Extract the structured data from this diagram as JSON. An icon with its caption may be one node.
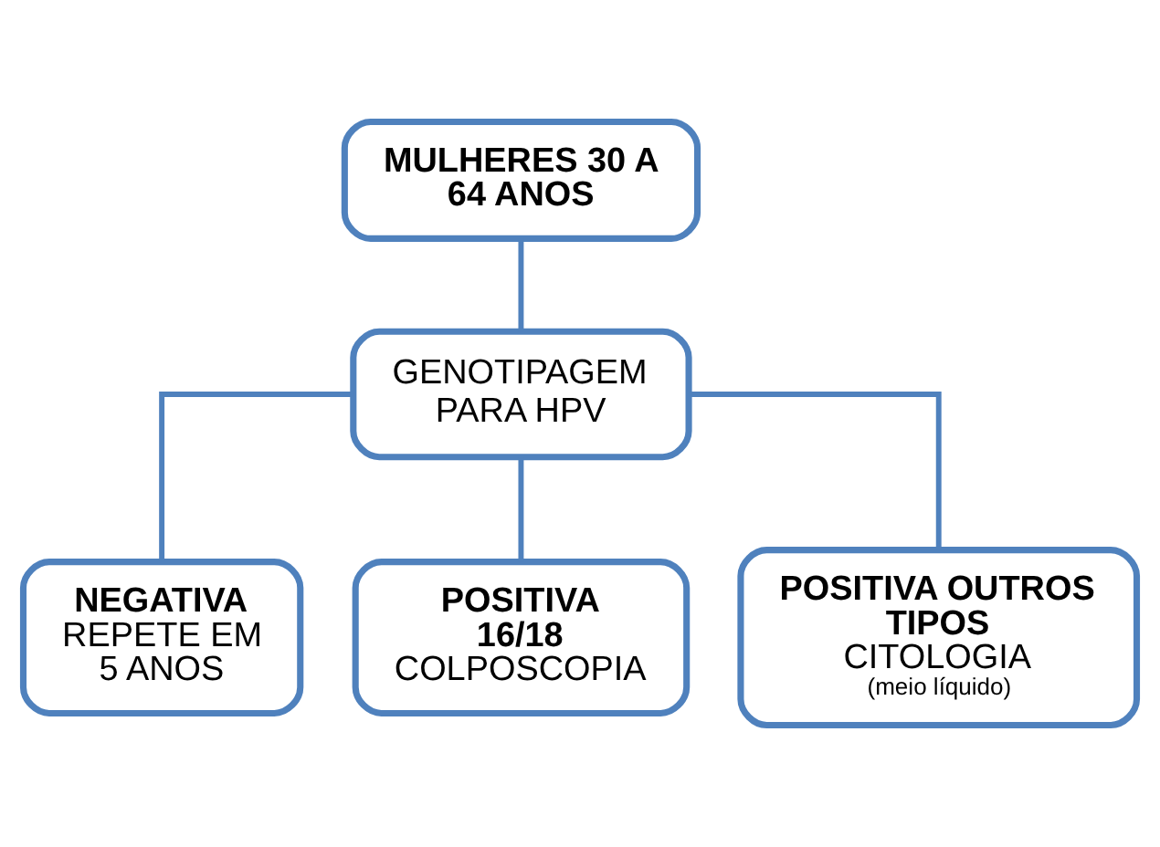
{
  "diagram": {
    "nodes": [
      {
        "text": [
          "MULHERES 30 A 64 ANOS"
        ]
      },
      {
        "text": [
          "GENOTIPAGEM PARA HPV"
        ]
      },
      {
        "text": [
          "NEGATIVA",
          "REPETE EM 5 ANOS"
        ]
      },
      {
        "text": [
          "POSITIVA 16/18",
          "COLPOSCOPIA"
        ]
      },
      {
        "text": [
          "POSITIVA OUTROS TIPOS",
          "CITOLOGIA",
          "(meio líquido)"
        ]
      }
    ],
    "edges": [
      {
        "from": 0,
        "to": 1,
        "arrow": "none"
      },
      {
        "from": 1,
        "to": 2,
        "arrow": "none"
      },
      {
        "from": 1,
        "to": 3,
        "arrow": "none"
      },
      {
        "from": 1,
        "to": 4,
        "arrow": "none"
      }
    ]
  }
}
